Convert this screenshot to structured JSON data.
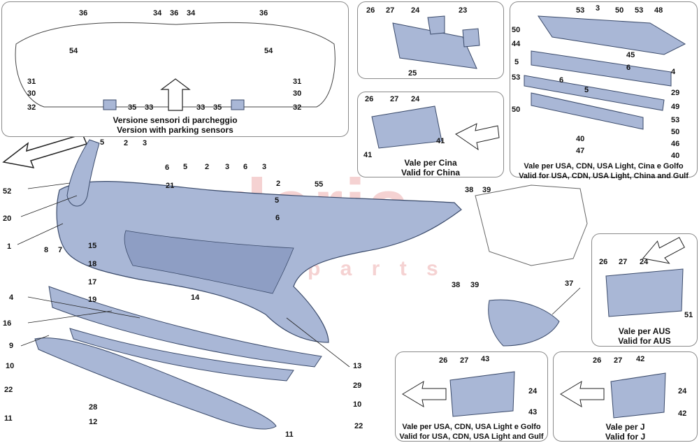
{
  "watermark": {
    "brand": "scuderia",
    "sub": "p a r t s",
    "color": "#f2c3c3"
  },
  "colors": {
    "part_fill": "#a9b7d6",
    "part_stroke": "#3a4a6a",
    "line": "#222222",
    "panel_border": "#8a8a8a"
  },
  "insets": [
    {
      "id": "parking-sensors",
      "caption_l1": "Versione sensori di parcheggio",
      "caption_l2": "Version with parking sensors",
      "callouts": [
        "36",
        "34",
        "36",
        "34",
        "36",
        "54",
        "54",
        "31",
        "31",
        "30",
        "30",
        "32",
        "32",
        "35",
        "33",
        "33",
        "35"
      ]
    },
    {
      "id": "plate-holder-std",
      "caption_l1": "",
      "caption_l2": "",
      "callouts": [
        "26",
        "27",
        "24",
        "23",
        "25"
      ]
    },
    {
      "id": "china",
      "caption_l1": "Vale per Cina",
      "caption_l2": "Valid for China",
      "callouts": [
        "26",
        "27",
        "24",
        "41",
        "41"
      ]
    },
    {
      "id": "reinforcement",
      "caption_l1": "Vale per USA, CDN, USA Light, Cina e Golfo",
      "caption_l2": "Valid for USA, CDN, USA Light, China and Gulf",
      "callouts": [
        "53",
        "3",
        "50",
        "53",
        "48",
        "50",
        "44",
        "5",
        "45",
        "6",
        "4",
        "6",
        "5",
        "53",
        "29",
        "50",
        "49",
        "53",
        "50",
        "40",
        "46",
        "47",
        "40"
      ]
    },
    {
      "id": "aus",
      "caption_l1": "Vale per AUS",
      "caption_l2": "Valid for AUS",
      "callouts": [
        "26",
        "27",
        "24",
        "51"
      ]
    },
    {
      "id": "usa-gulf",
      "caption_l1": "Vale per USA, CDN, USA Light e Golfo",
      "caption_l2": "Valid for USA, CDN, USA Light and Gulf",
      "callouts": [
        "26",
        "27",
        "43",
        "24",
        "43"
      ]
    },
    {
      "id": "japan",
      "caption_l1": "Vale per J",
      "caption_l2": "Valid for J",
      "callouts": [
        "26",
        "27",
        "42",
        "24",
        "42"
      ]
    }
  ],
  "main_callouts": [
    "5",
    "2",
    "3",
    "6",
    "52",
    "20",
    "1",
    "5",
    "2",
    "3",
    "6",
    "3",
    "2",
    "5",
    "6",
    "21",
    "55",
    "8",
    "7",
    "15",
    "18",
    "17",
    "19",
    "14",
    "4",
    "16",
    "9",
    "10",
    "22",
    "11",
    "28",
    "12",
    "13",
    "29",
    "10",
    "22",
    "11",
    "38",
    "39",
    "38",
    "39",
    "37"
  ]
}
